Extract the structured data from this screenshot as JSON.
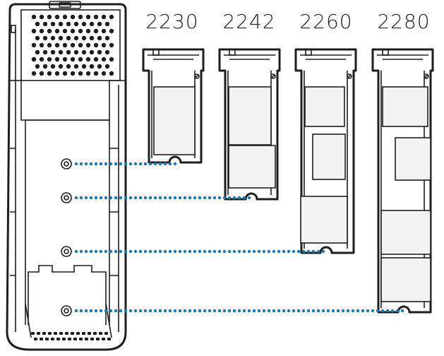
{
  "figure": {
    "sizes": [
      {
        "id": "2230",
        "label": "2230"
      },
      {
        "id": "2242",
        "label": "2242"
      },
      {
        "id": "2260",
        "label": "2260"
      },
      {
        "id": "2280",
        "label": "2280"
      }
    ]
  },
  "colors": {
    "dots": "#1a78b8",
    "stroke": "#1e1e1e",
    "background": "#ffffff"
  }
}
